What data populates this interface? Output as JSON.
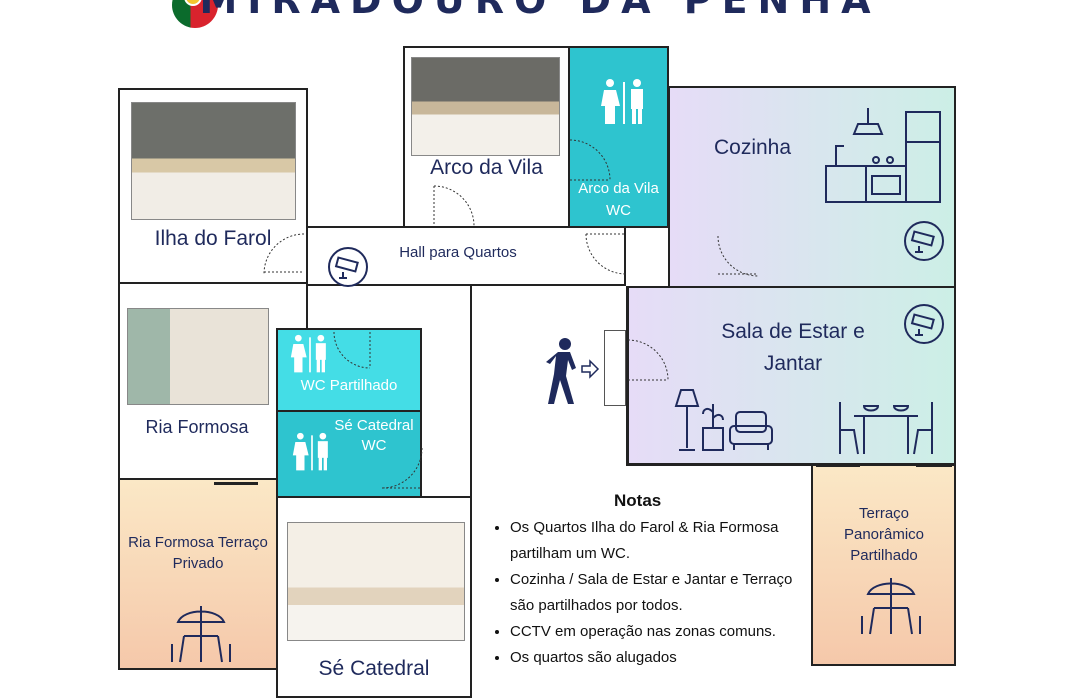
{
  "header": {
    "title": "MIRADOURO DA PENHA"
  },
  "rooms": {
    "ilha_do_farol": "Ilha do Farol",
    "arco_da_vila": "Arco da Vila",
    "arco_da_vila_wc": "Arco da Vila WC",
    "cozinha": "Cozinha",
    "hall": "Hall para Quartos",
    "ria_formosa": "Ria Formosa",
    "wc_partilhado": "WC Partilhado",
    "se_catedral_wc": "Sé Catedral WC",
    "sala": "Sala de Estar e Jantar",
    "ria_formosa_terraco": "Ria Formosa Terraço Privado",
    "terraco_panoramico": "Terraço Panorâmico Partilhado",
    "se_catedral": "Sé Catedral"
  },
  "notes": {
    "title": "Notas",
    "items": [
      "Os Quartos Ilha do Farol & Ria Formosa partilham um WC.",
      "Cozinha / Sala de Estar e Jantar e Terraço são partilhados por todos.",
      "CCTV em operação nas zonas comuns.",
      "Os quartos são alugados"
    ]
  },
  "colors": {
    "wc": "#2ec4cf",
    "navy": "#1f2a5c",
    "kitchen_gradient_start": "#e6dcf7",
    "kitchen_gradient_end": "#ccefe6",
    "terrace_gradient_start": "#fbe8c6",
    "terrace_gradient_end": "#f5c8aa"
  },
  "icons": [
    "portugal-flag-icon",
    "toilet-icon",
    "cctv-icon",
    "kitchen-icon",
    "walking-person-icon",
    "lamp-icon",
    "plant-icon",
    "armchair-icon",
    "dining-table-icon",
    "parasol-table-icon"
  ]
}
